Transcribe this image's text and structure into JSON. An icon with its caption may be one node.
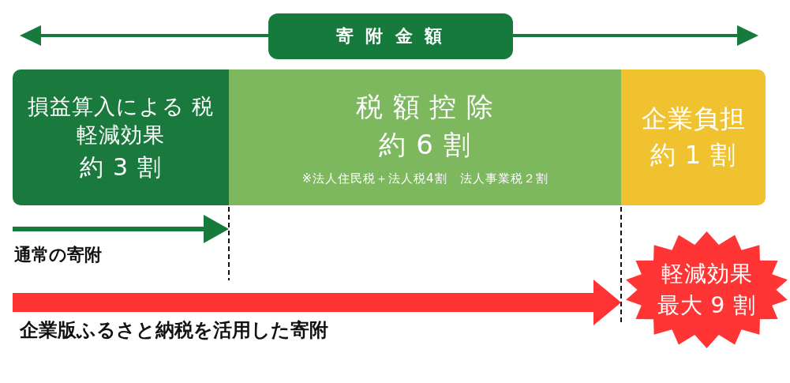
{
  "diagram": {
    "nodes": [
      {
        "text": [
          "寄 附 金 額"
        ]
      },
      {
        "text": [
          "損益算入による 税軽減効果",
          "約 3 割"
        ]
      },
      {
        "text": [
          "税 額 控 除",
          "約 6 割",
          "※法人住民税＋法人税4割　法人事業税２割"
        ]
      },
      {
        "text": [
          "企業負担",
          "約 1 割"
        ]
      },
      {
        "text": [
          "軽減効果",
          "最大 9 割"
        ]
      }
    ],
    "edges": [],
    "labels": [
      "通常の寄附",
      "企業版ふるさと納税を活用した寄附"
    ]
  }
}
